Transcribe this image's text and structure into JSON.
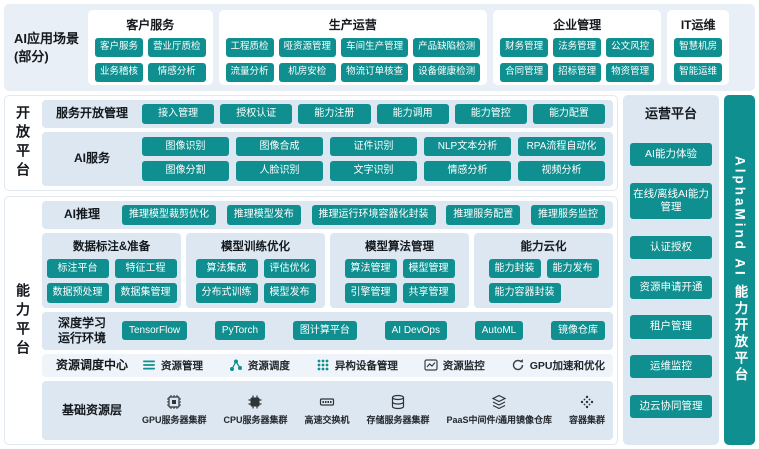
{
  "colors": {
    "accent": "#0F8F90",
    "box_bg": "#DCE7F2",
    "band_bg": "#E9EFF6",
    "text_dark": "#14181C"
  },
  "top_band": {
    "label_line1": "AI应用场景",
    "label_line2": "(部分)",
    "groups": [
      {
        "title": "客户服务",
        "items": [
          "客户服务",
          "营业厅质检",
          "业务稽核",
          "情感分析"
        ]
      },
      {
        "title": "生产运营",
        "items": [
          "工程质检",
          "哑资源管理",
          "车间生产管理",
          "产品缺陷检测",
          "流量分析",
          "机房安检",
          "物流订单核查",
          "设备健康检测"
        ]
      },
      {
        "title": "企业管理",
        "items": [
          "财务管理",
          "法务管理",
          "公文风控",
          "合同管理",
          "招标管理",
          "物资管理"
        ]
      },
      {
        "title": "IT运维",
        "items": [
          "智慧机房",
          "智能运维"
        ]
      }
    ]
  },
  "open_platform": {
    "side_label": "开放平台",
    "service_open": {
      "title": "服务开放管理",
      "items": [
        "接入管理",
        "授权认证",
        "能力注册",
        "能力调用",
        "能力管控",
        "能力配置"
      ]
    },
    "ai_services": {
      "title": "AI服务",
      "items": [
        "图像识别",
        "图像合成",
        "证件识别",
        "NLP文本分析",
        "RPA流程自动化",
        "图像分割",
        "人脸识别",
        "文字识别",
        "情感分析",
        "视频分析"
      ]
    }
  },
  "capability_platform": {
    "side_label": "能力平台",
    "ai_inference": {
      "title": "AI推理",
      "items": [
        "推理模型裁剪优化",
        "推理模型发布",
        "推理运行环境容器化封装",
        "推理服务配置",
        "推理服务监控"
      ]
    },
    "columns": [
      {
        "title": "数据标注&准备",
        "items": [
          "标注平台",
          "特征工程",
          "数据预处理",
          "数据集管理"
        ]
      },
      {
        "title": "模型训练优化",
        "items": [
          "算法集成",
          "评估优化",
          "分布式训练",
          "模型发布"
        ]
      },
      {
        "title": "模型算法管理",
        "items": [
          "算法管理",
          "模型管理",
          "引擎管理",
          "共享管理"
        ]
      },
      {
        "title": "能力云化",
        "items": [
          "能力封装",
          "能力发布",
          "能力容器封装"
        ]
      }
    ],
    "dl_runtime": {
      "title_line1": "深度学习",
      "title_line2": "运行环境",
      "items": [
        "TensorFlow",
        "PyTorch",
        "图计算平台",
        "AI DevOps",
        "AutoML",
        "镜像仓库"
      ]
    },
    "resource_center": {
      "title": "资源调度中心",
      "items": [
        {
          "icon": "list-icon",
          "label": "资源管理"
        },
        {
          "icon": "topology-icon",
          "label": "资源调度"
        },
        {
          "icon": "dots-cluster-icon",
          "label": "异构设备管理"
        },
        {
          "icon": "monitor-chart-icon",
          "label": "资源监控"
        },
        {
          "icon": "refresh-icon",
          "label": "GPU加速和优化"
        }
      ]
    },
    "base_layer": {
      "title": "基础资源层",
      "items": [
        {
          "icon": "gpu-chip-icon",
          "label": "GPU服务器集群"
        },
        {
          "icon": "cpu-chip-icon",
          "label": "CPU服务器集群"
        },
        {
          "icon": "switch-icon",
          "label": "高速交换机"
        },
        {
          "icon": "storage-icon",
          "label": "存储服务器集群"
        },
        {
          "icon": "paas-registry-icon",
          "label": "PaaS中间件/通用镜像仓库"
        },
        {
          "icon": "container-cluster-icon",
          "label": "容器集群"
        }
      ]
    }
  },
  "operations": {
    "title": "运营平台",
    "items": [
      "AI能力体验",
      "在线/离线AI能力管理",
      "认证授权",
      "资源申请开通",
      "租户管理",
      "运维监控",
      "边云协同管理"
    ]
  },
  "brand_bar": {
    "label": "AlphaMind AI 能力开放平台"
  }
}
